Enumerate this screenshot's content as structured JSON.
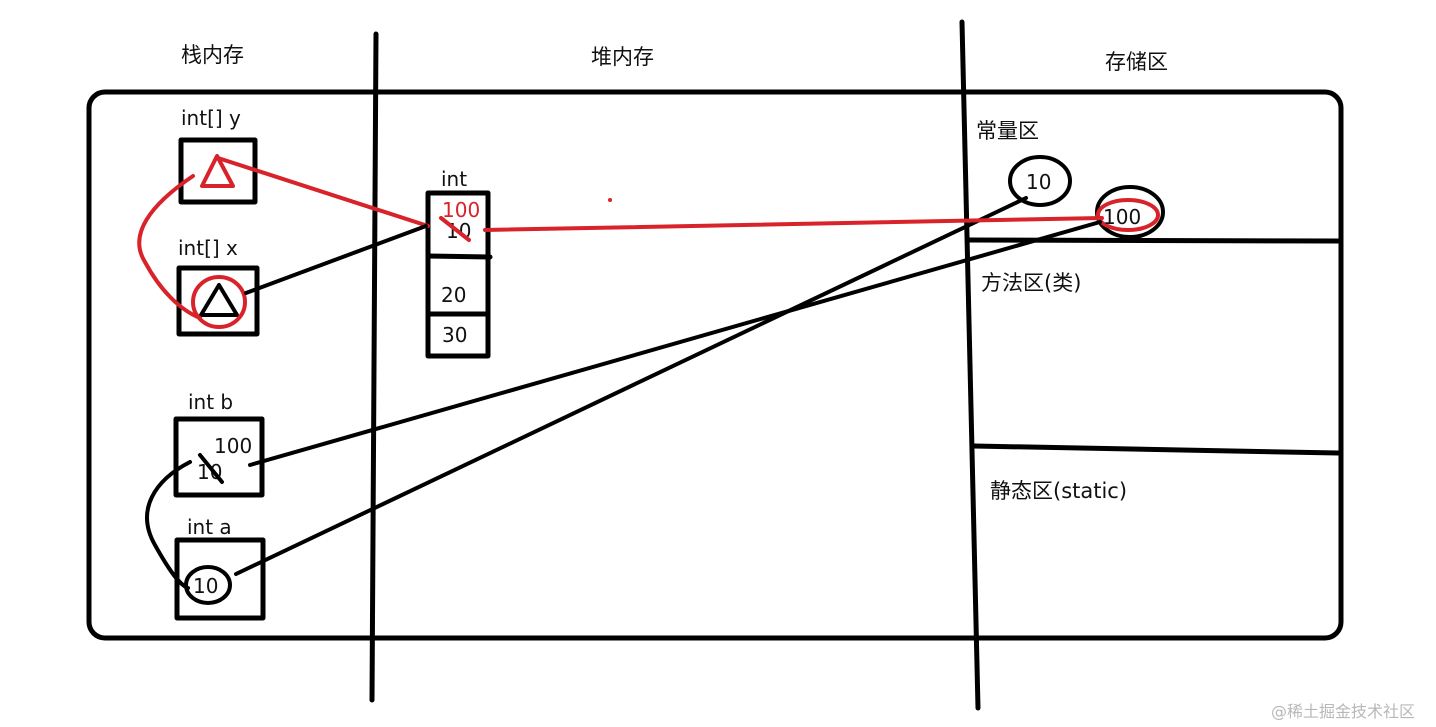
{
  "colors": {
    "ink": "#000000",
    "annotation_red": "#d8232a",
    "watermark": "#b8b8b8",
    "background": "#ffffff"
  },
  "columns": {
    "stack": {
      "title": "栈内存"
    },
    "heap": {
      "title": "堆内存"
    },
    "storage": {
      "title": "存储区"
    }
  },
  "stack": {
    "vars": [
      {
        "name": "int[]  y",
        "value_symbol": "triangle-reference",
        "annotated": "red"
      },
      {
        "name": "int[]  x",
        "value_symbol": "triangle-reference",
        "annotated": "circled-red"
      },
      {
        "name": "int  b",
        "value_old": "10",
        "value_new": "100",
        "old_struck": true
      },
      {
        "name": "int  a",
        "value": "10",
        "annotated": "circled"
      }
    ]
  },
  "heap": {
    "array": {
      "type_label": "int",
      "cells": [
        {
          "value_old": "10",
          "value_new": "100",
          "old_struck": true
        },
        {
          "value": "20"
        },
        {
          "value": "30"
        }
      ]
    }
  },
  "storage": {
    "regions": [
      {
        "title": "常量区",
        "constants": [
          "10",
          "100"
        ]
      },
      {
        "title": "方法区(类)"
      },
      {
        "title": "静态区(static)"
      }
    ]
  },
  "arrows": [
    {
      "from": "int[] y",
      "to": "heap.array.cell0",
      "color": "red"
    },
    {
      "from": "int[] x",
      "to": "heap.array.cell0",
      "color": "black"
    },
    {
      "from": "int[] x",
      "to": "int[] y",
      "color": "red",
      "style": "curve"
    },
    {
      "from": "int a",
      "to": "int b",
      "color": "black",
      "style": "curve"
    },
    {
      "from": "int a",
      "to": "constant 10",
      "color": "black"
    },
    {
      "from": "int b",
      "to": "constant 100",
      "color": "black"
    },
    {
      "from": "heap.array.cell0",
      "to": "constant 100",
      "color": "red"
    }
  ],
  "watermark": "@稀土掘金技术社区"
}
